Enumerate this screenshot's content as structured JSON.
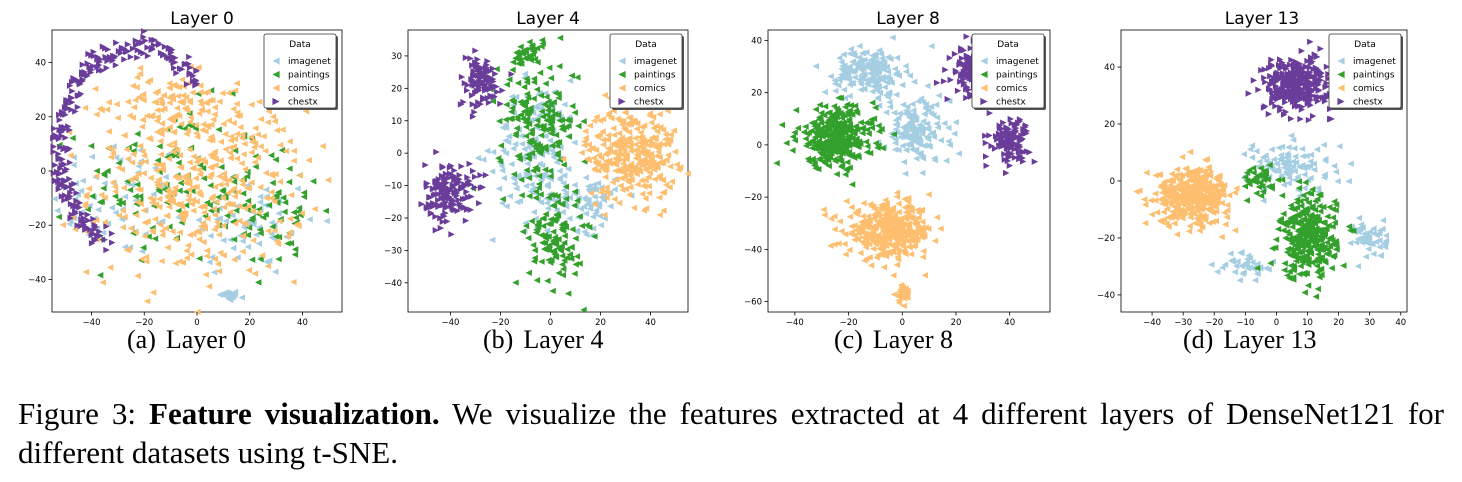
{
  "chart_data": [
    {
      "type": "scatter",
      "title": "Layer 0",
      "caption_label": "(a)",
      "caption_text": "Layer 0",
      "xlim": [
        -55,
        55
      ],
      "ylim": [
        -52,
        52
      ],
      "xticks": [
        -40,
        -20,
        0,
        20,
        40
      ],
      "yticks": [
        -40,
        -20,
        0,
        20,
        40
      ],
      "grid": false,
      "legend_title": "Data",
      "legend_position": "top-right",
      "series": [
        {
          "name": "imagenet",
          "color": "#a6cee3",
          "marker": "left-triangle",
          "clusters": [
            [
              12,
              -46,
              4,
              2,
              30
            ],
            [
              -30,
              -10,
              28,
              25,
              60
            ],
            [
              20,
              -20,
              28,
              22,
              60
            ]
          ]
        },
        {
          "name": "paintings",
          "color": "#33a02c",
          "marker": "left-triangle",
          "clusters": [
            [
              -10,
              -5,
              38,
              32,
              120
            ],
            [
              30,
              -15,
              20,
              25,
              60
            ]
          ]
        },
        {
          "name": "comics",
          "color": "#fdbf6f",
          "marker": "left-triangle",
          "clusters": [
            [
              0,
              -5,
              45,
              38,
              420
            ],
            [
              -10,
              25,
              25,
              12,
              80
            ]
          ]
        },
        {
          "name": "chestx",
          "color": "#6a3d9a",
          "marker": "right-triangle",
          "ring": {
            "cx": -22,
            "cy": 8,
            "rx": 30,
            "ry": 38,
            "from": 40,
            "to": 250,
            "n": 260
          }
        }
      ]
    },
    {
      "type": "scatter",
      "title": "Layer 4",
      "caption_label": "(b)",
      "caption_text": "Layer 4",
      "xlim": [
        -57,
        55
      ],
      "ylim": [
        -49,
        38
      ],
      "xticks": [
        -40,
        -20,
        0,
        20,
        40
      ],
      "yticks": [
        -40,
        -30,
        -20,
        -10,
        0,
        10,
        20,
        30
      ],
      "grid": false,
      "legend_title": "Data",
      "legend_position": "top-right",
      "series": [
        {
          "name": "imagenet",
          "color": "#a6cee3",
          "marker": "left-triangle",
          "clusters": [
            [
              -5,
              0,
              20,
              25,
              160
            ],
            [
              15,
              -15,
              12,
              10,
              60
            ]
          ]
        },
        {
          "name": "paintings",
          "color": "#33a02c",
          "marker": "left-triangle",
          "clusters": [
            [
              -5,
              10,
              18,
              22,
              170
            ],
            [
              2,
              -25,
              12,
              18,
              120
            ],
            [
              -10,
              30,
              6,
              4,
              30
            ]
          ]
        },
        {
          "name": "comics",
          "color": "#fdbf6f",
          "marker": "left-triangle",
          "clusters": [
            [
              32,
              0,
              20,
              16,
              320
            ]
          ]
        },
        {
          "name": "chestx",
          "color": "#6a3d9a",
          "marker": "right-triangle",
          "clusters": [
            [
              -40,
              -12,
              11,
              10,
              150
            ],
            [
              -28,
              22,
              10,
              9,
              100
            ]
          ]
        }
      ]
    },
    {
      "type": "scatter",
      "title": "Layer 8",
      "caption_label": "(c)",
      "caption_text": "Layer 8",
      "xlim": [
        -50,
        55
      ],
      "ylim": [
        -64,
        44
      ],
      "xticks": [
        -40,
        -20,
        0,
        20,
        40
      ],
      "yticks": [
        -60,
        -40,
        -20,
        0,
        20,
        40
      ],
      "grid": false,
      "legend_title": "Data",
      "legend_position": "top-right",
      "series": [
        {
          "name": "imagenet",
          "color": "#a6cee3",
          "marker": "left-triangle",
          "clusters": [
            [
              -12,
              28,
              14,
              10,
              180
            ],
            [
              5,
              5,
              14,
              14,
              150
            ]
          ]
        },
        {
          "name": "paintings",
          "color": "#33a02c",
          "marker": "left-triangle",
          "clusters": [
            [
              -25,
              3,
              16,
              13,
              330
            ]
          ]
        },
        {
          "name": "comics",
          "color": "#fdbf6f",
          "marker": "left-triangle",
          "clusters": [
            [
              -5,
              -33,
              18,
              11,
              360
            ],
            [
              0,
              -57,
              3,
              4,
              30
            ]
          ]
        },
        {
          "name": "chestx",
          "color": "#6a3d9a",
          "marker": "right-triangle",
          "clusters": [
            [
              28,
              28,
              10,
              10,
              160
            ],
            [
              40,
              2,
              8,
              9,
              110
            ]
          ]
        }
      ]
    },
    {
      "type": "scatter",
      "title": "Layer 13",
      "caption_label": "(d)",
      "caption_text": "Layer 13",
      "xlim": [
        -50,
        42
      ],
      "ylim": [
        -46,
        53
      ],
      "xticks": [
        -40,
        -30,
        -20,
        -10,
        0,
        10,
        20,
        30,
        40
      ],
      "yticks": [
        -40,
        -20,
        0,
        20,
        40
      ],
      "grid": false,
      "legend_title": "Data",
      "legend_position": "top-right",
      "series": [
        {
          "name": "imagenet",
          "color": "#a6cee3",
          "marker": "left-triangle",
          "clusters": [
            [
              5,
              5,
              16,
              10,
              110
            ],
            [
              -10,
              -30,
              10,
              6,
              40
            ],
            [
              30,
              -20,
              6,
              8,
              50
            ]
          ]
        },
        {
          "name": "paintings",
          "color": "#33a02c",
          "marker": "left-triangle",
          "clusters": [
            [
              10,
              -20,
              10,
              16,
              300
            ],
            [
              -5,
              0,
              8,
              6,
              40
            ]
          ]
        },
        {
          "name": "comics",
          "color": "#fdbf6f",
          "marker": "left-triangle",
          "clusters": [
            [
              -27,
              -5,
              13,
              11,
              380
            ]
          ]
        },
        {
          "name": "chestx",
          "color": "#6a3d9a",
          "marker": "right-triangle",
          "clusters": [
            [
              7,
              34,
              12,
              10,
              320
            ]
          ]
        }
      ]
    }
  ],
  "figure_caption": {
    "label": "Figure 3:",
    "bold": "Feature visualization.",
    "text": "We visualize the features extracted at 4 different layers of DenseNet121 for different datasets using t-SNE."
  }
}
